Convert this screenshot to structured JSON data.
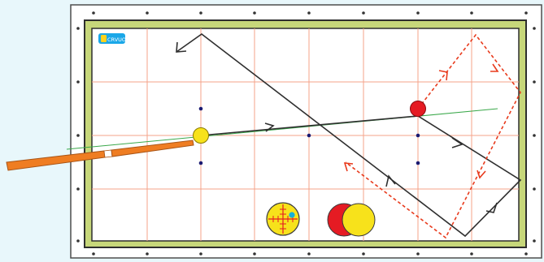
{
  "logo": {
    "text": "CRVUOS",
    "colors": {
      "bg": "#1aa7e8",
      "fg": "#ffffff",
      "accent": "#ffd21e"
    }
  },
  "colors": {
    "background": "#e8f7fb",
    "outer_frame": "#ffffff",
    "outer_frame_border": "#4d4d4d",
    "rail": "#c7d77a",
    "rail_border": "#2e2e2e",
    "cloth": "#ffffff",
    "grid": "#f4a38a",
    "diamond": "#1b1b72",
    "cue_ball": "#f7e21b",
    "object_ball": "#e51b23",
    "cue_stick": "#ef7d22",
    "cue_ferrule": "#ffffff",
    "cue_path": "#2f2f2f",
    "object_path": "#e83a1c",
    "aim_line": "#3aa84a"
  },
  "icons": {
    "cue_ball": "yellow-ball-icon",
    "object_ball": "red-ball-icon",
    "aim_reticle": "ball-aim-reticle-icon",
    "contact_overlap": "ball-contact-overlap-icon",
    "cue": "cue-stick-icon"
  },
  "aim_indicator": {
    "contact": "upper-right",
    "hit_point_color": "#15b0d8"
  },
  "ball_overlap": {
    "description_fraction": 0.5
  }
}
